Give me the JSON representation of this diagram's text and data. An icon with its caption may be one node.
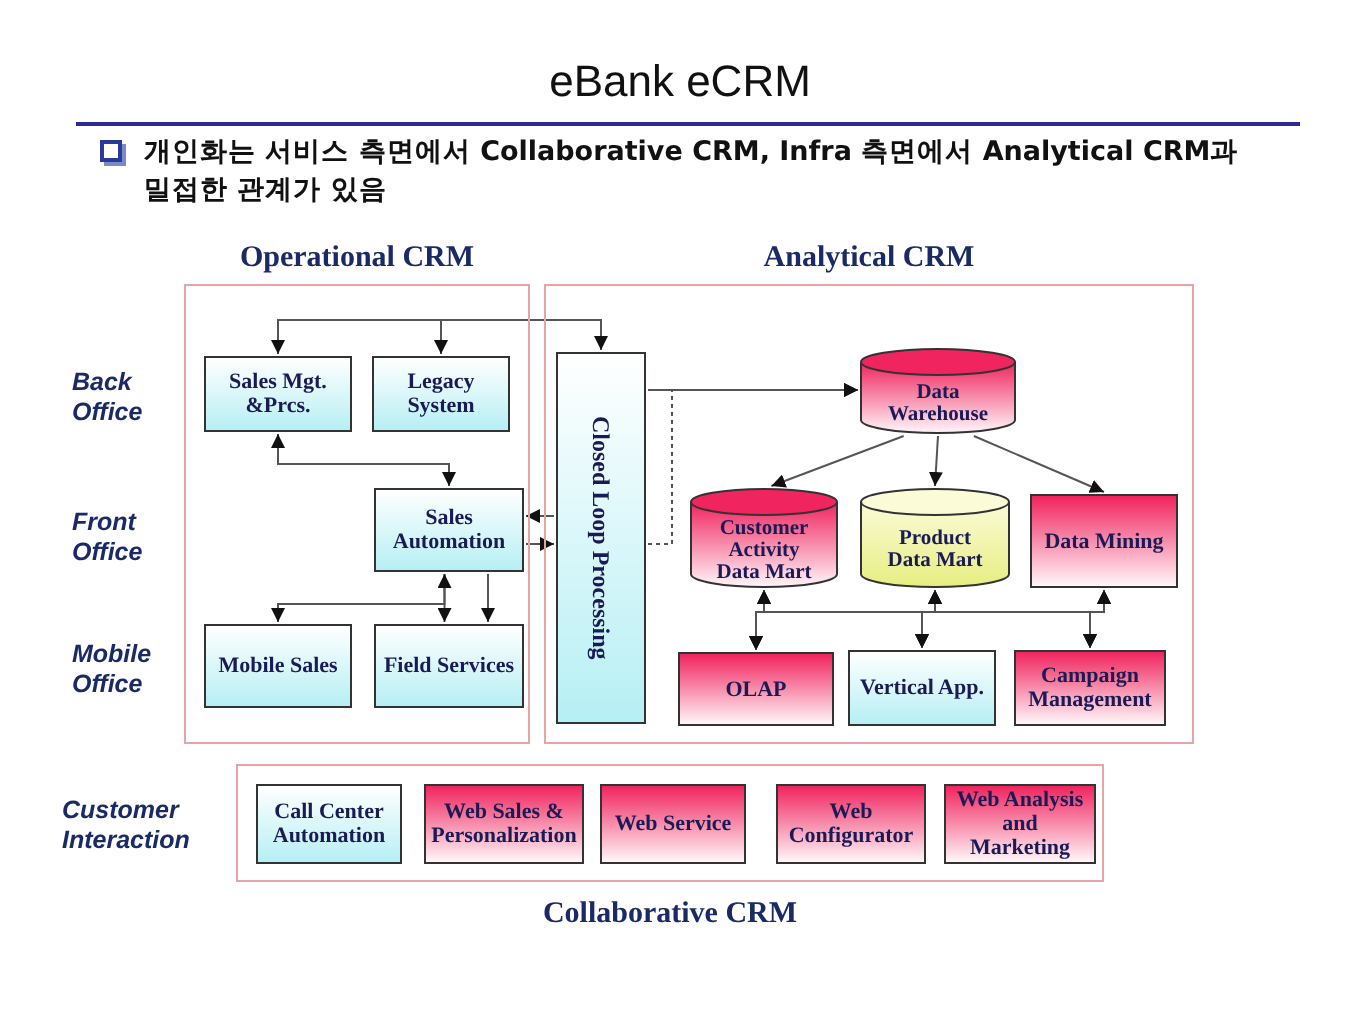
{
  "diagram": {
    "title": "eBank eCRM",
    "nodes": [
      {
        "text": [
          "Operational CRM"
        ]
      },
      {
        "text": [
          "Analytical CRM"
        ]
      },
      {
        "text": [
          "Sales Mgt. &Prcs."
        ],
        "in": 0
      },
      {
        "text": [
          "Legacy System"
        ],
        "in": 0
      },
      {
        "text": [
          "Sales Automation"
        ],
        "in": 0
      },
      {
        "text": [
          "Mobile Sales"
        ],
        "in": 0
      },
      {
        "text": [
          "Field Services"
        ],
        "in": 0
      },
      {
        "text": [
          "Closed Loop Processing"
        ],
        "in": 1
      },
      {
        "text": [
          "Data Warehouse"
        ],
        "in": 1
      },
      {
        "text": [
          "Customer Activity Data Mart"
        ],
        "in": 1
      },
      {
        "text": [
          "Product Data Mart"
        ],
        "in": 1
      },
      {
        "text": [
          "Data Mining"
        ],
        "in": 1
      },
      {
        "text": [
          "OLAP"
        ],
        "in": 1
      },
      {
        "text": [
          "Vertical App."
        ],
        "in": 1
      },
      {
        "text": [
          "Campaign Management"
        ],
        "in": 1
      },
      {
        "text": [
          "Collaborative CRM"
        ]
      },
      {
        "text": [
          "Call Center Automation"
        ],
        "in": 15
      },
      {
        "text": [
          "Web Sales & Personalization"
        ],
        "in": 15
      },
      {
        "text": [
          "Web Service"
        ],
        "in": 15
      },
      {
        "text": [
          "Web Configurator"
        ],
        "in": 15
      },
      {
        "text": [
          "Web Analysis and Marketing"
        ],
        "in": 15
      }
    ],
    "edges": [
      {
        "from": null,
        "to": 2,
        "arrow": "to"
      },
      {
        "from": null,
        "to": 3,
        "arrow": "to"
      },
      {
        "from": null,
        "to": 7,
        "arrow": "to"
      },
      {
        "from": 2,
        "to": 4,
        "arrow": "both"
      },
      {
        "from": 7,
        "to": 4,
        "arrow": "to"
      },
      {
        "from": 4,
        "to": 7,
        "arrow": "to"
      },
      {
        "from": 4,
        "to": 5,
        "arrow": "to"
      },
      {
        "from": 4,
        "to": 6,
        "arrow": "both"
      },
      {
        "from": 4,
        "to": 6,
        "arrow": "to"
      },
      {
        "from": 7,
        "to": 8,
        "arrow": "to"
      },
      {
        "from": 7,
        "to": 8,
        "arrow": "to",
        "style": "dashed"
      },
      {
        "from": 8,
        "to": 9,
        "arrow": "to"
      },
      {
        "from": 8,
        "to": 10,
        "arrow": "to"
      },
      {
        "from": 8,
        "to": 11,
        "arrow": "to"
      },
      {
        "from": 9,
        "to": 12,
        "arrow": "both"
      },
      {
        "from": 9,
        "to": 13,
        "arrow": "both"
      },
      {
        "from": 9,
        "to": 14,
        "arrow": "both"
      },
      {
        "from": 10,
        "to": 12,
        "arrow": "both"
      },
      {
        "from": 10,
        "to": 13,
        "arrow": "both"
      },
      {
        "from": 10,
        "to": 14,
        "arrow": "both"
      },
      {
        "from": 11,
        "to": 12,
        "arrow": "both"
      },
      {
        "from": 11,
        "to": 13,
        "arrow": "both"
      },
      {
        "from": 11,
        "to": 14,
        "arrow": "both"
      }
    ],
    "labels": [
      "개인화는 서비스 측면에서 Collaborative CRM, Infra 측면에서 Analytical CRM과 밀접한 관계가 있음",
      "Back Office",
      "Front Office",
      "Mobile Office",
      "Customer Interaction"
    ]
  }
}
